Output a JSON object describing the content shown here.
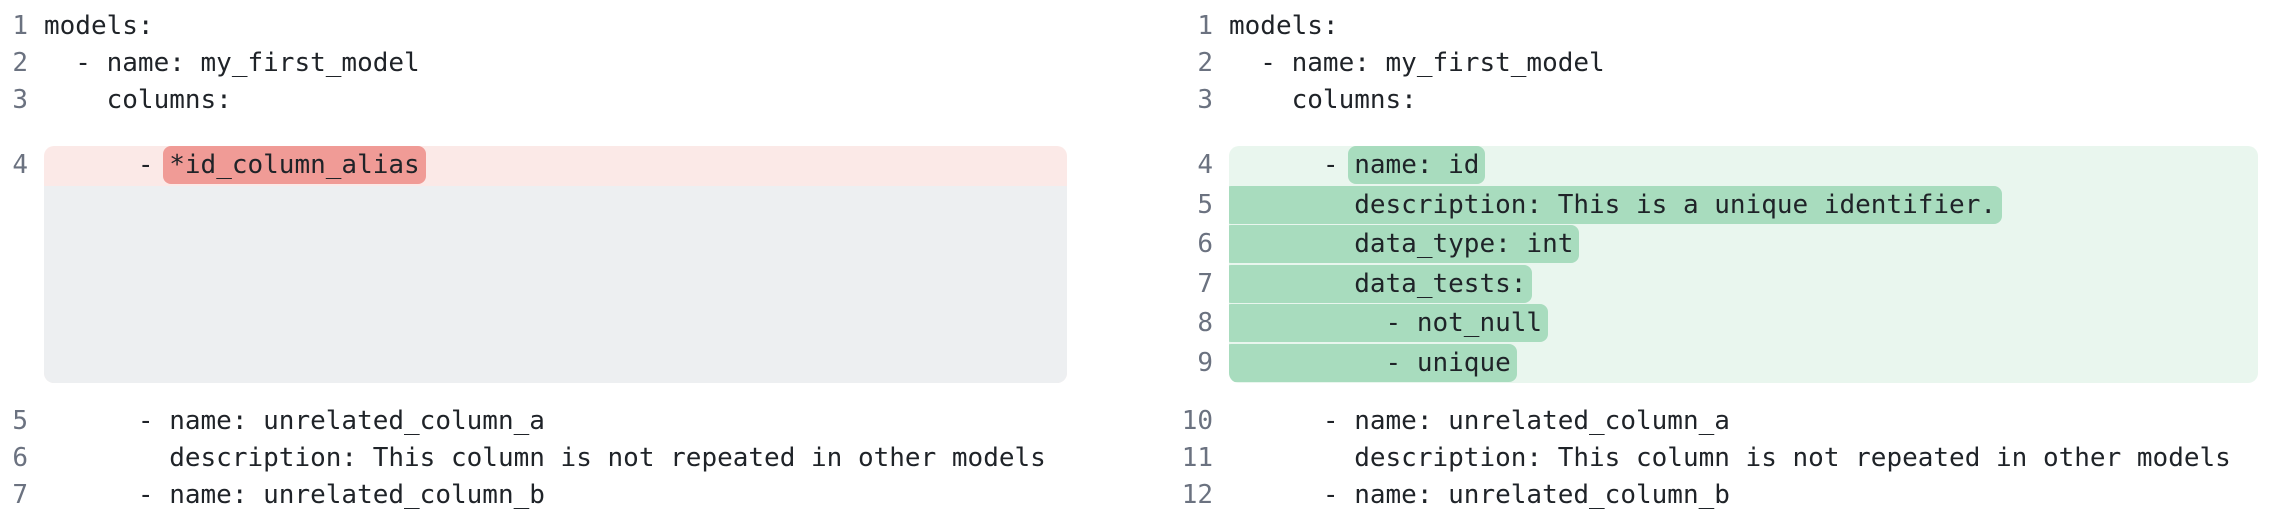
{
  "colors": {
    "page_bg": "#ffffff",
    "code_text": "#1f2328",
    "line_number": "#6b7280",
    "removed_row_bg": "#fbe9e7",
    "removed_token_bg": "#f09b96",
    "added_row_bg": "#e9f6ee",
    "added_token_bg": "#a8dcbe",
    "filler_bg": "#edeff1"
  },
  "panels": [
    {
      "id": "old",
      "blocks": [
        {
          "type": "lines",
          "rows": [
            {
              "num": "1",
              "segments": [
                {
                  "text": "models:",
                  "mark": false
                }
              ]
            },
            {
              "num": "2",
              "segments": [
                {
                  "text": "  - name: my_first_model",
                  "mark": false
                }
              ]
            },
            {
              "num": "3",
              "segments": [
                {
                  "text": "    columns:",
                  "mark": false
                }
              ]
            }
          ]
        },
        {
          "type": "hunk",
          "kind": "removed",
          "rows": [
            {
              "num": "4",
              "segments": [
                {
                  "text": "      - ",
                  "mark": false
                },
                {
                  "text": "*id_column_alias",
                  "mark": true
                }
              ]
            }
          ],
          "filler_rows": 5
        },
        {
          "type": "lines",
          "rows": [
            {
              "num": "5",
              "segments": [
                {
                  "text": "      - name: unrelated_column_a",
                  "mark": false
                }
              ]
            },
            {
              "num": "6",
              "segments": [
                {
                  "text": "        description: This column is not repeated in other models",
                  "mark": false
                }
              ]
            },
            {
              "num": "7",
              "segments": [
                {
                  "text": "      - name: unrelated_column_b",
                  "mark": false
                }
              ]
            }
          ]
        }
      ]
    },
    {
      "id": "new",
      "blocks": [
        {
          "type": "lines",
          "rows": [
            {
              "num": "1",
              "segments": [
                {
                  "text": "models:",
                  "mark": false
                }
              ]
            },
            {
              "num": "2",
              "segments": [
                {
                  "text": "  - name: my_first_model",
                  "mark": false
                }
              ]
            },
            {
              "num": "3",
              "segments": [
                {
                  "text": "    columns:",
                  "mark": false
                }
              ]
            }
          ]
        },
        {
          "type": "hunk",
          "kind": "added",
          "rows": [
            {
              "num": "4",
              "segments": [
                {
                  "text": "      - ",
                  "mark": false
                },
                {
                  "text": "name: id",
                  "mark": true
                }
              ]
            },
            {
              "num": "5",
              "segments": [
                {
                  "text": "        description: This is a unique identifier.",
                  "mark": true
                }
              ]
            },
            {
              "num": "6",
              "segments": [
                {
                  "text": "        data_type: int",
                  "mark": true
                }
              ]
            },
            {
              "num": "7",
              "segments": [
                {
                  "text": "        data_tests:",
                  "mark": true
                }
              ]
            },
            {
              "num": "8",
              "segments": [
                {
                  "text": "          - not_null",
                  "mark": true
                }
              ]
            },
            {
              "num": "9",
              "segments": [
                {
                  "text": "          - unique",
                  "mark": true
                }
              ]
            }
          ],
          "filler_rows": 0
        },
        {
          "type": "lines",
          "rows": [
            {
              "num": "10",
              "segments": [
                {
                  "text": "      - name: unrelated_column_a",
                  "mark": false
                }
              ]
            },
            {
              "num": "11",
              "segments": [
                {
                  "text": "        description: This column is not repeated in other models",
                  "mark": false
                }
              ]
            },
            {
              "num": "12",
              "segments": [
                {
                  "text": "      - name: unrelated_column_b",
                  "mark": false
                }
              ]
            }
          ]
        }
      ]
    }
  ]
}
